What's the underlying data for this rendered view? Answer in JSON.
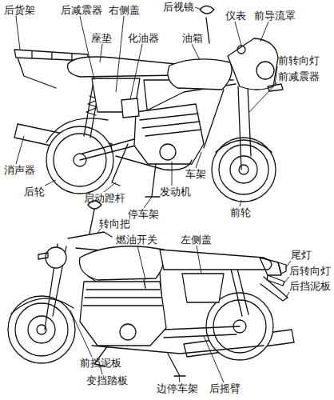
{
  "diagram": {
    "labels": [
      "后货架",
      "后减震器",
      "右侧盖",
      "后视镜",
      "仪表",
      "前导流罩",
      "座垫",
      "化油器",
      "油箱",
      "前转向灯",
      "前减震器",
      "消声器",
      "后轮",
      "启动蹬杆",
      "停车架",
      "车架",
      "发动机",
      "前轮",
      "转向把",
      "燃油开关",
      "左侧盖",
      "尾灯",
      "后转向灯",
      "后挡泥板",
      "前挡泥板",
      "变挡踏板",
      "边停车架",
      "后摇臂"
    ]
  }
}
